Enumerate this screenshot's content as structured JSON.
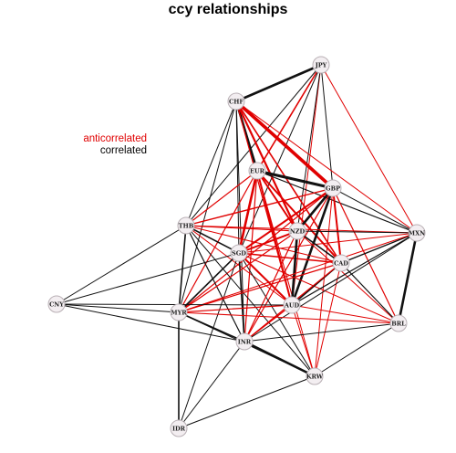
{
  "title": "ccy relationships",
  "legend": {
    "anticorrelated": "anticorrelated",
    "correlated": "correlated"
  },
  "colors": {
    "anticorrelated": "#e00000",
    "correlated": "#111111",
    "node_fill": "#f3eef1",
    "node_stroke": "#b9b0b5"
  },
  "nodes": [
    "JPY",
    "CHF",
    "EUR",
    "GBP",
    "NZD",
    "THB",
    "MXN",
    "SGD",
    "CAD",
    "CNY",
    "MYR",
    "AUD",
    "BRL",
    "INR",
    "KRW",
    "IDR"
  ],
  "edges": [
    [
      "JPY",
      "CHF",
      "correlated",
      2.6
    ],
    [
      "JPY",
      "EUR",
      "anticorrelated",
      1.6
    ],
    [
      "JPY",
      "GBP",
      "correlated",
      1.0
    ],
    [
      "JPY",
      "MXN",
      "anticorrelated",
      1.0
    ],
    [
      "JPY",
      "THB",
      "correlated",
      1.0
    ],
    [
      "JPY",
      "SGD",
      "correlated",
      1.0
    ],
    [
      "JPY",
      "AUD",
      "anticorrelated",
      1.0
    ],
    [
      "JPY",
      "NZD",
      "correlated",
      1.0
    ],
    [
      "CHF",
      "EUR",
      "correlated",
      2.6
    ],
    [
      "CHF",
      "GBP",
      "anticorrelated",
      3.6
    ],
    [
      "CHF",
      "NZD",
      "anticorrelated",
      2.2
    ],
    [
      "CHF",
      "THB",
      "correlated",
      1.0
    ],
    [
      "CHF",
      "SGD",
      "correlated",
      1.0
    ],
    [
      "CHF",
      "CAD",
      "anticorrelated",
      1.6
    ],
    [
      "CHF",
      "AUD",
      "anticorrelated",
      1.2
    ],
    [
      "CHF",
      "MXN",
      "anticorrelated",
      1.0
    ],
    [
      "CHF",
      "INR",
      "correlated",
      1.0
    ],
    [
      "CHF",
      "MYR",
      "correlated",
      1.0
    ],
    [
      "EUR",
      "GBP",
      "correlated",
      3.0
    ],
    [
      "EUR",
      "THB",
      "anticorrelated",
      1.2
    ],
    [
      "EUR",
      "SGD",
      "anticorrelated",
      2.6
    ],
    [
      "EUR",
      "CAD",
      "anticorrelated",
      2.0
    ],
    [
      "EUR",
      "AUD",
      "anticorrelated",
      2.0
    ],
    [
      "EUR",
      "NZD",
      "anticorrelated",
      2.0
    ],
    [
      "EUR",
      "MYR",
      "anticorrelated",
      1.2
    ],
    [
      "EUR",
      "INR",
      "anticorrelated",
      1.2
    ],
    [
      "EUR",
      "KRW",
      "anticorrelated",
      1.0
    ],
    [
      "EUR",
      "MXN",
      "correlated",
      1.2
    ],
    [
      "GBP",
      "NZD",
      "correlated",
      2.6
    ],
    [
      "GBP",
      "AUD",
      "correlated",
      2.6
    ],
    [
      "GBP",
      "CAD",
      "anticorrelated",
      2.0
    ],
    [
      "GBP",
      "SGD",
      "anticorrelated",
      2.0
    ],
    [
      "GBP",
      "THB",
      "anticorrelated",
      1.4
    ],
    [
      "GBP",
      "MXN",
      "correlated",
      1.0
    ],
    [
      "GBP",
      "BRL",
      "anticorrelated",
      1.2
    ],
    [
      "GBP",
      "KRW",
      "anticorrelated",
      1.0
    ],
    [
      "GBP",
      "INR",
      "anticorrelated",
      1.2
    ],
    [
      "GBP",
      "MYR",
      "anticorrelated",
      1.2
    ],
    [
      "THB",
      "SGD",
      "correlated",
      1.6
    ],
    [
      "THB",
      "MYR",
      "correlated",
      1.6
    ],
    [
      "THB",
      "INR",
      "correlated",
      1.2
    ],
    [
      "THB",
      "KRW",
      "correlated",
      1.0
    ],
    [
      "THB",
      "CNY",
      "correlated",
      1.0
    ],
    [
      "THB",
      "NZD",
      "anticorrelated",
      1.2
    ],
    [
      "THB",
      "CAD",
      "anticorrelated",
      1.0
    ],
    [
      "THB",
      "AUD",
      "anticorrelated",
      1.0
    ],
    [
      "THB",
      "MXN",
      "anticorrelated",
      1.0
    ],
    [
      "SGD",
      "NZD",
      "anticorrelated",
      2.0
    ],
    [
      "SGD",
      "CAD",
      "anticorrelated",
      1.6
    ],
    [
      "SGD",
      "AUD",
      "anticorrelated",
      2.0
    ],
    [
      "SGD",
      "MYR",
      "correlated",
      1.6
    ],
    [
      "SGD",
      "INR",
      "correlated",
      1.6
    ],
    [
      "SGD",
      "KRW",
      "correlated",
      1.0
    ],
    [
      "SGD",
      "MXN",
      "anticorrelated",
      1.0
    ],
    [
      "SGD",
      "BRL",
      "anticorrelated",
      1.0
    ],
    [
      "SGD",
      "CNY",
      "correlated",
      1.0
    ],
    [
      "SGD",
      "IDR",
      "correlated",
      1.0
    ],
    [
      "NZD",
      "AUD",
      "correlated",
      2.6
    ],
    [
      "NZD",
      "CAD",
      "correlated",
      1.6
    ],
    [
      "NZD",
      "MXN",
      "correlated",
      1.0
    ],
    [
      "NZD",
      "BRL",
      "anticorrelated",
      1.0
    ],
    [
      "NZD",
      "MYR",
      "anticorrelated",
      1.2
    ],
    [
      "NZD",
      "INR",
      "anticorrelated",
      1.2
    ],
    [
      "CAD",
      "AUD",
      "correlated",
      1.6
    ],
    [
      "CAD",
      "MXN",
      "correlated",
      1.4
    ],
    [
      "CAD",
      "BRL",
      "correlated",
      1.2
    ],
    [
      "CAD",
      "INR",
      "anticorrelated",
      1.2
    ],
    [
      "CAD",
      "MYR",
      "anticorrelated",
      1.2
    ],
    [
      "CAD",
      "KRW",
      "anticorrelated",
      1.0
    ],
    [
      "AUD",
      "MXN",
      "correlated",
      1.2
    ],
    [
      "AUD",
      "BRL",
      "anticorrelated",
      1.0
    ],
    [
      "AUD",
      "INR",
      "anticorrelated",
      1.2
    ],
    [
      "AUD",
      "MYR",
      "anticorrelated",
      1.2
    ],
    [
      "AUD",
      "KRW",
      "anticorrelated",
      1.0
    ],
    [
      "MXN",
      "BRL",
      "correlated",
      2.6
    ],
    [
      "MXN",
      "INR",
      "correlated",
      1.0
    ],
    [
      "MXN",
      "MYR",
      "anticorrelated",
      1.0
    ],
    [
      "MYR",
      "INR",
      "correlated",
      1.6
    ],
    [
      "MYR",
      "KRW",
      "correlated",
      1.0
    ],
    [
      "MYR",
      "CNY",
      "correlated",
      1.0
    ],
    [
      "MYR",
      "IDR",
      "correlated",
      1.6
    ],
    [
      "MYR",
      "BRL",
      "anticorrelated",
      1.0
    ],
    [
      "INR",
      "KRW",
      "correlated",
      2.6
    ],
    [
      "INR",
      "IDR",
      "correlated",
      1.0
    ],
    [
      "INR",
      "CNY",
      "correlated",
      1.0
    ],
    [
      "INR",
      "BRL",
      "correlated",
      1.0
    ],
    [
      "KRW",
      "IDR",
      "correlated",
      1.0
    ],
    [
      "KRW",
      "BRL",
      "correlated",
      1.0
    ],
    [
      "CNY",
      "AUD",
      "correlated",
      1.0
    ]
  ]
}
